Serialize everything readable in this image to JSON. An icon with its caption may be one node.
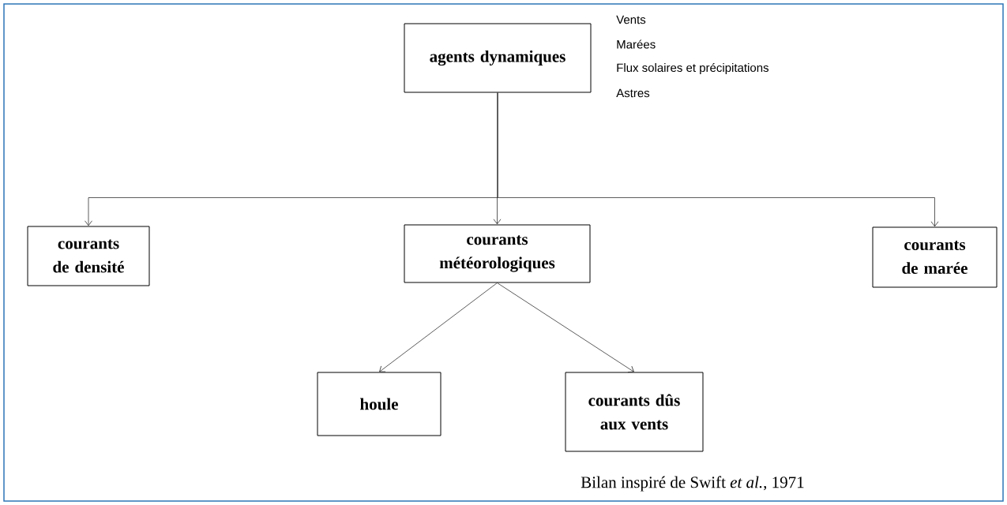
{
  "diagram": {
    "caption": "Bilan inspiré de Swift *et al.*, 1971",
    "nodes": [
      {
        "text": [
          "agents dynamiques"
        ]
      },
      {
        "text": [
          "courants de densité"
        ]
      },
      {
        "text": [
          "courants météorologiques"
        ]
      },
      {
        "text": [
          "courants de marée"
        ]
      },
      {
        "text": [
          "houle"
        ]
      },
      {
        "text": [
          "courants dûs aux vents"
        ]
      }
    ],
    "edges": [
      {
        "from": 0,
        "to": 1,
        "arrow": "to"
      },
      {
        "from": 0,
        "to": 2,
        "arrow": "to"
      },
      {
        "from": 0,
        "to": 3,
        "arrow": "to"
      },
      {
        "from": 2,
        "to": 4,
        "arrow": "to"
      },
      {
        "from": 2,
        "to": 5,
        "arrow": "to"
      }
    ],
    "labels": [
      "Vents",
      "Marées",
      "Flux solaires et précipitations",
      "Astres"
    ]
  }
}
